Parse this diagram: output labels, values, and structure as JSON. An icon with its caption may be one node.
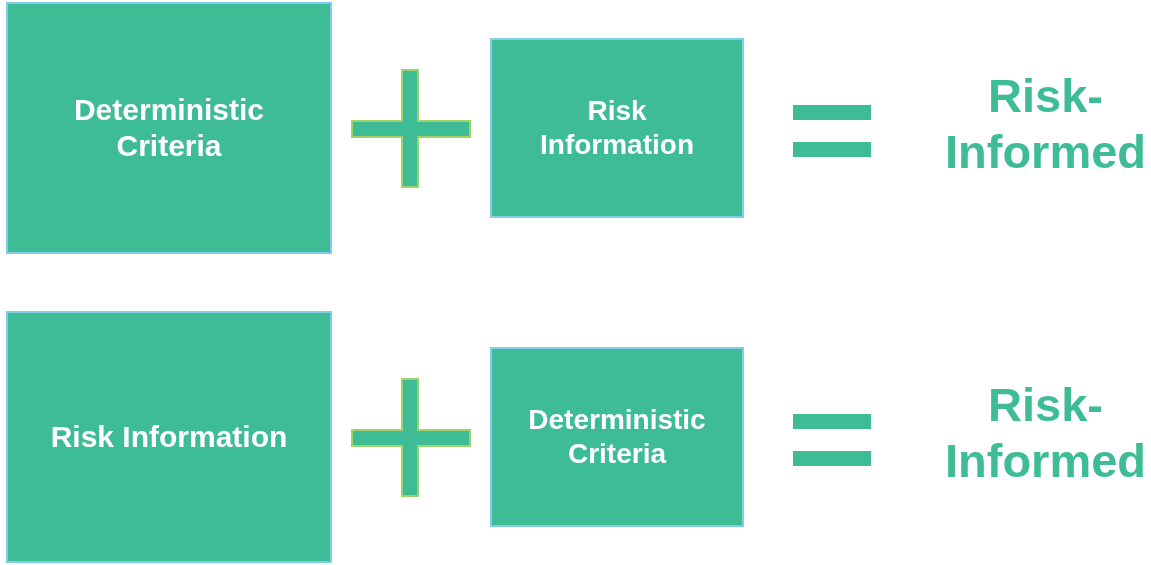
{
  "diagram": {
    "nodes": [
      {
        "text": [
          "Deterministic Criteria"
        ]
      },
      {
        "text": [
          "Risk Information"
        ]
      },
      {
        "text": [
          "Risk Information"
        ]
      },
      {
        "text": [
          "Deterministic Criteria"
        ]
      }
    ],
    "labels": [
      "Risk-Informed",
      "Risk-Informed"
    ]
  }
}
